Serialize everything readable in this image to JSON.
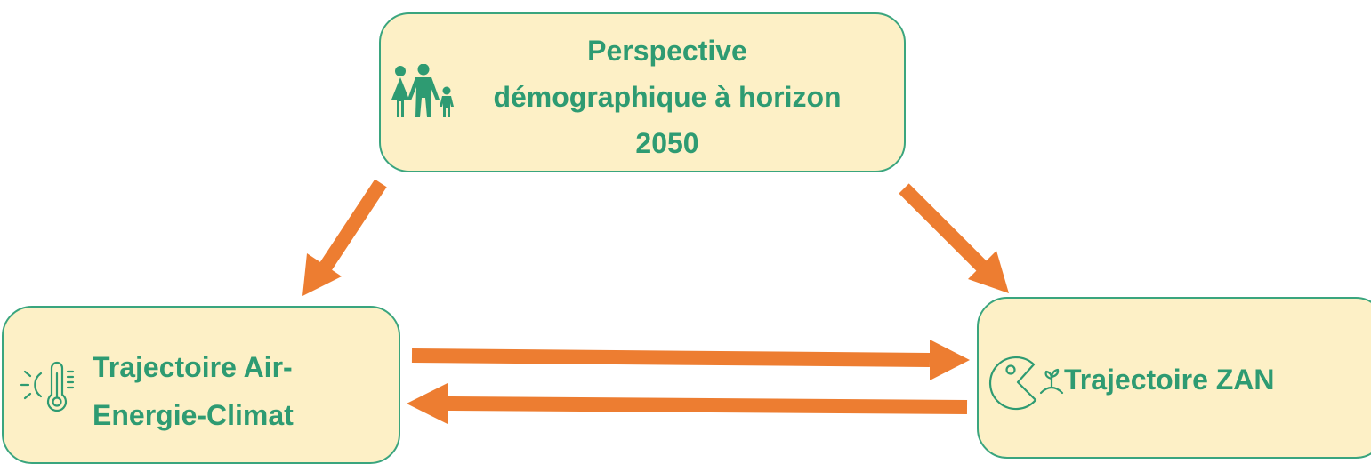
{
  "colors": {
    "box_fill": "#fdf0c6",
    "box_border": "#3aa57e",
    "text": "#2e9b72",
    "arrow": "#ed7d31"
  },
  "nodes": {
    "top": {
      "line1": "Perspective",
      "line2": "démographique à horizon",
      "line3": "2050",
      "icon": "family-icon"
    },
    "left": {
      "line1": "Trajectoire Air-",
      "line2": "Energie-Climat",
      "icon": "thermometer-sun-icon"
    },
    "right": {
      "line1": "Trajectoire ZAN",
      "icon": "land-consumption-icon"
    }
  },
  "edges": [
    {
      "from": "top",
      "to": "left"
    },
    {
      "from": "top",
      "to": "right"
    },
    {
      "from": "left",
      "to": "right"
    },
    {
      "from": "right",
      "to": "left"
    }
  ]
}
